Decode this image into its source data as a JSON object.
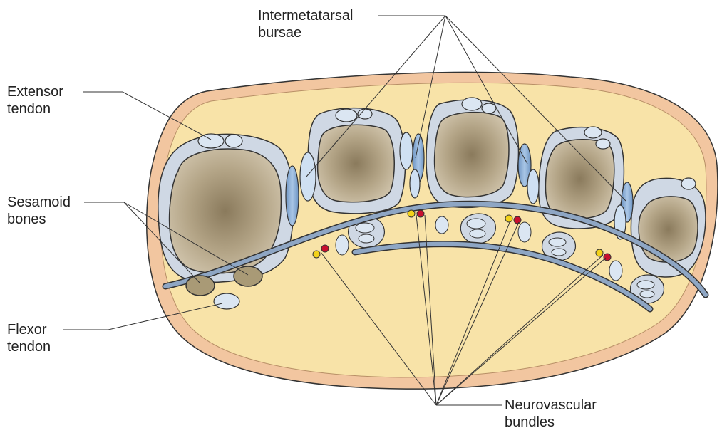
{
  "labels": {
    "intermetatarsal_bursae": [
      "Intermetatarsal",
      "bursae"
    ],
    "extensor_tendon": [
      "Extensor",
      "tendon"
    ],
    "sesamoid_bones": [
      "Sesamoid",
      "bones"
    ],
    "flexor_tendon": [
      "Flexor",
      "tendon"
    ],
    "neurovascular_bundles": [
      "Neurovascular",
      "bundles"
    ]
  },
  "colors": {
    "skin": "#f2c6a0",
    "soft_tissue": "#f8e3a8",
    "capsule": "#cfd8e4",
    "bone": "#b8a98c",
    "bone_core": "#8a7a5c",
    "bursa": "#8fb2d6",
    "tendon": "#dbe6f2",
    "fascia": "#8ea6c4",
    "nerve": "#f3d21a",
    "vessel": "#c8102e",
    "leader": "#333333"
  }
}
